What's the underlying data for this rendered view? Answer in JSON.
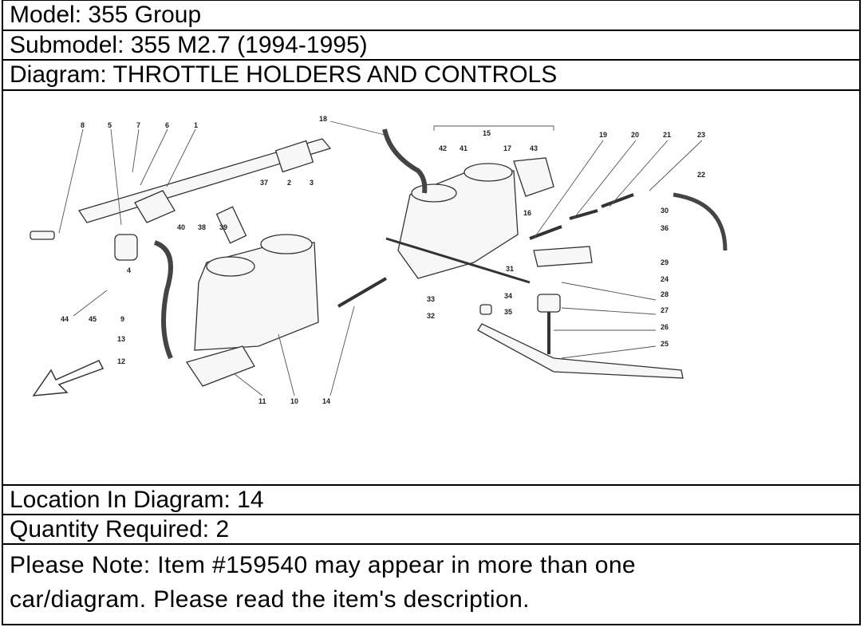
{
  "header": {
    "model": "Model: 355 Group",
    "submodel": "Submodel: 355 M2.7 (1994-1995)",
    "diagram": "Diagram: THROTTLE HOLDERS AND CONTROLS"
  },
  "diagram_callouts": {
    "n1": "1",
    "n2": "2",
    "n3": "3",
    "n4": "4",
    "n5": "5",
    "n6": "6",
    "n7": "7",
    "n8": "8",
    "n9": "9",
    "n10": "10",
    "n11": "11",
    "n12": "12",
    "n13": "13",
    "n14": "14",
    "n15": "15",
    "n16": "16",
    "n17": "17",
    "n18": "18",
    "n19": "19",
    "n20": "20",
    "n21": "21",
    "n22": "22",
    "n23": "23",
    "n24": "24",
    "n25": "25",
    "n26": "26",
    "n27": "27",
    "n28": "28",
    "n29": "29",
    "n30": "30",
    "n31": "31",
    "n32": "32",
    "n33": "33",
    "n34": "34",
    "n35": "35",
    "n36": "36",
    "n37": "37",
    "n38": "38",
    "n39": "39",
    "n40": "40",
    "n41": "41",
    "n42": "42",
    "n43": "43",
    "n44": "44",
    "n45": "45"
  },
  "footer": {
    "location": "Location In Diagram: 14",
    "quantity": "Quantity Required: 2",
    "note_line1": "Please Note: Item #159540 may appear in more than one",
    "note_line2": "car/diagram. Please read the item's description."
  }
}
